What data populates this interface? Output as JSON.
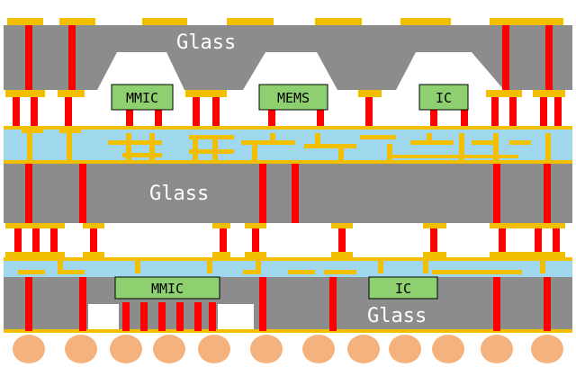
{
  "labels": {
    "glass_top": "Glass",
    "glass_middle": "Glass",
    "glass_bottom": "Glass",
    "chip_mmic_top": "MMIC",
    "chip_mems": "MEMS",
    "chip_ic_top": "IC",
    "chip_mmic_bottom": "MMIC",
    "chip_ic_bottom": "IC"
  },
  "colors": {
    "glass": "#8c8c8c",
    "redistribution_layer": "#9fd8ec",
    "via": "#ff0000",
    "pad": "#f2bf00",
    "chip": "#8ed070",
    "solder_ball": "#f6b27c",
    "cavity": "#ffffff"
  }
}
